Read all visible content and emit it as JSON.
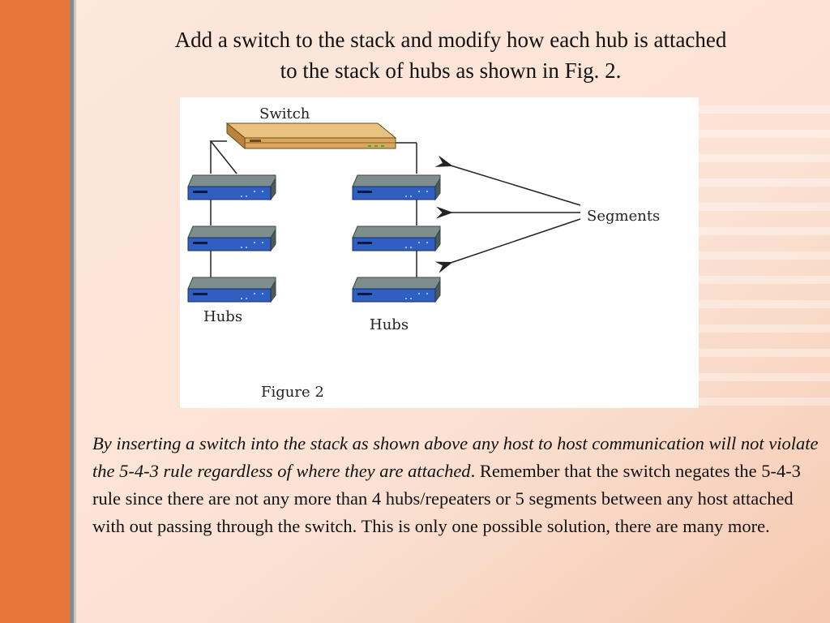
{
  "slide": {
    "title_line1": "Add a switch to the stack and modify how each hub is attached",
    "title_line2": "to the stack of hubs as shown in Fig. 2.",
    "body_italic": "By inserting a switch into the stack as shown above any host to host communication will not violate the 5-4-3 rule regardless of where they are attached",
    "body_regular": ". Remember that the switch negates the 5-4-3 rule since there are not any more than 4 hubs/repeaters or 5 segments between any host attached with out passing through the switch. This is only one possible solution, there are many more."
  },
  "diagram": {
    "switch_label": "Switch",
    "segments_label": "Segments",
    "hubs_label_left": "Hubs",
    "hubs_label_right": "Hubs",
    "figure_caption": "Figure 2"
  },
  "colors": {
    "sidebar": "#e8763c",
    "hub_top": "#7d8e8c",
    "hub_front": "#2f5fc0",
    "switch_body": "#d9a85e"
  }
}
